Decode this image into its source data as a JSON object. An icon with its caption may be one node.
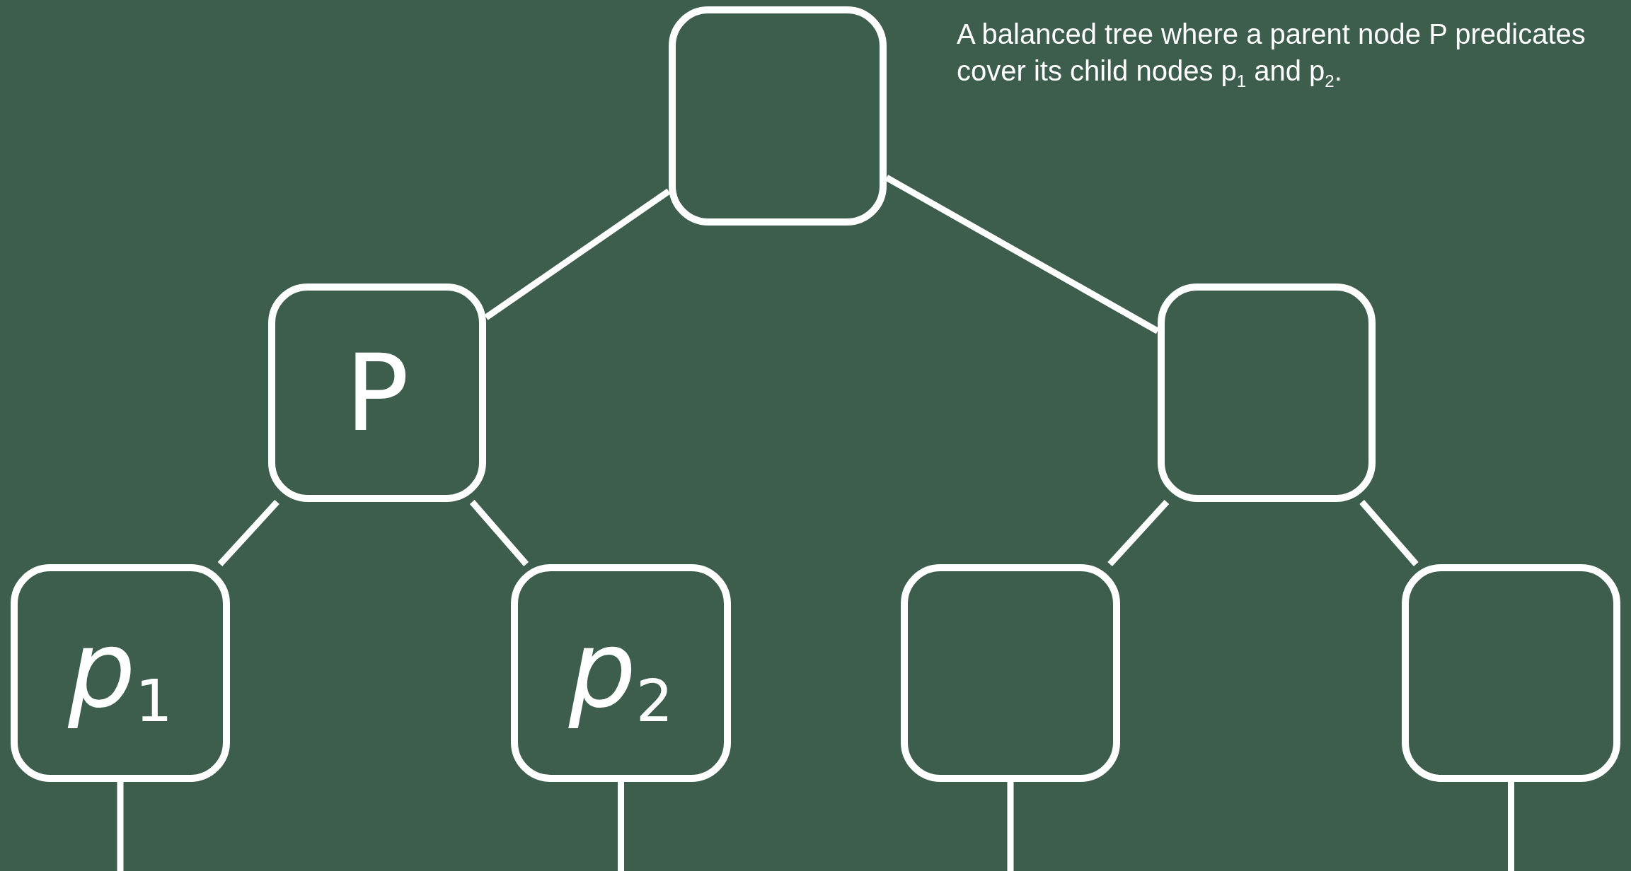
{
  "diagram": {
    "caption": "A balanced tree where a parent node P predicates cover its child nodes p$_{1}$ and p$_{2}$.",
    "nodes": [
      {
        "text": [],
        "shape": "box"
      },
      {
        "text": [
          "P"
        ]
      },
      {
        "text": [],
        "shape": "box"
      },
      {
        "text": [
          "*p*$_{1}$"
        ]
      },
      {
        "text": [
          "*p*$_{2}$"
        ]
      },
      {
        "text": [],
        "shape": "box"
      },
      {
        "text": [],
        "shape": "box"
      }
    ],
    "edges": [
      {
        "from": 0,
        "to": 1,
        "arrow": "none"
      },
      {
        "from": 0,
        "to": 2,
        "arrow": "none"
      },
      {
        "from": 1,
        "to": 3,
        "arrow": "none"
      },
      {
        "from": 1,
        "to": 4,
        "arrow": "none"
      },
      {
        "from": 2,
        "to": 5,
        "arrow": "none"
      },
      {
        "from": 2,
        "to": 6,
        "arrow": "none"
      },
      {
        "from": 3,
        "to": null,
        "arrow": "none"
      },
      {
        "from": 4,
        "to": null,
        "arrow": "none"
      },
      {
        "from": 5,
        "to": null,
        "arrow": "none"
      },
      {
        "from": 6,
        "to": null,
        "arrow": "none"
      }
    ]
  }
}
